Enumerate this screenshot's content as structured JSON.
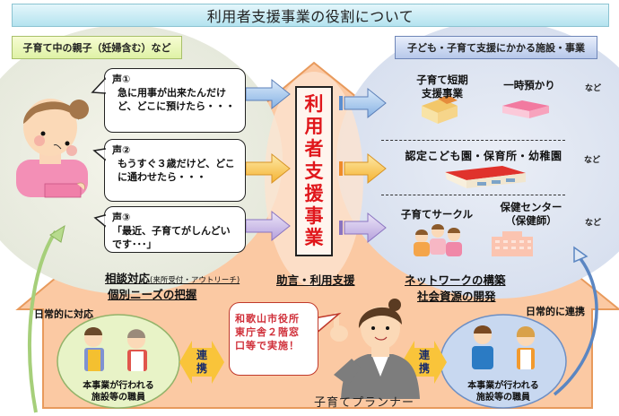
{
  "title": "利用者支援事業の役割について",
  "headers": {
    "left": "子育て中の親子（妊婦含む）など",
    "right": "子ども・子育て支援にかかる施設・事業"
  },
  "voices": [
    {
      "label": "声①",
      "text": "急に用事が出来たんだけど、どこに預けたら・・・"
    },
    {
      "label": "声②",
      "text": "もうすぐ３歳だけど、どこに通わせたら・・・"
    },
    {
      "label": "声③",
      "text": "「最近、子育てがしんどいです･･･」"
    }
  ],
  "center": {
    "chars": [
      "利",
      "用",
      "者",
      "支",
      "援",
      "事",
      "業"
    ]
  },
  "services": {
    "row1": {
      "item1": "子育て短期支援事業",
      "item2": "一時預かり",
      "suffix": "など"
    },
    "row2": {
      "item1": "認定こども園・保育所・幼稚園",
      "suffix": "など"
    },
    "row3": {
      "item1": "子育てサークル",
      "item2_line1": "保健センター",
      "item2_line2": "（保健師）",
      "suffix": "など"
    }
  },
  "roles": {
    "consult_main": "相談対応",
    "consult_note": "(来所受付・アウトリーチ)",
    "needs": "個別ニーズの把握",
    "advice": "助言・利用支援",
    "network": "ネットワークの構築",
    "resources": "社会資源の開発"
  },
  "side": {
    "left": "日常的に対応",
    "right": "日常的に連携"
  },
  "staff": {
    "left_line1": "本事業が行われる",
    "left_line2": "施設等の職員",
    "right_line1": "本事業が行われる",
    "right_line2": "施設等の職員"
  },
  "renkei": {
    "char1": "連",
    "char2": "携"
  },
  "planner": {
    "bubble_line1": "和歌山市役所",
    "bubble_line2": "東庁舎２階窓",
    "bubble_line3": "口等で実施！",
    "label": "子育てプランナー"
  },
  "colors": {
    "house": "#fbc8a1",
    "house_border": "#e89a5c",
    "center_text": "#e0161b",
    "arrow_blue": "#9ec3ec",
    "arrow_orange": "#f7c54a",
    "arrow_purple": "#c7b6e6",
    "left_circle": "#ecefe2",
    "right_circle": "#dfe5f1"
  }
}
